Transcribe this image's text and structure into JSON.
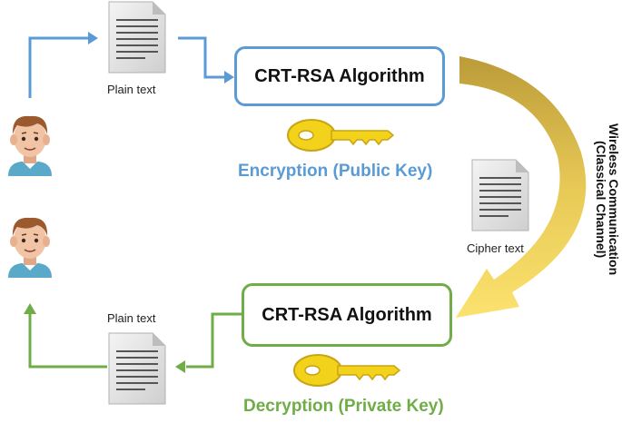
{
  "top_algorithm": {
    "label": "CRT-RSA Algorithm"
  },
  "bottom_algorithm": {
    "label": "CRT-RSA Algorithm"
  },
  "encryption": {
    "label": "Encryption (Public Key)"
  },
  "decryption": {
    "label": "Decryption (Private Key)"
  },
  "plain_text_top": {
    "label": "Plain text"
  },
  "plain_text_bottom": {
    "label": "Plain text"
  },
  "cipher_text": {
    "label": "Cipher text"
  },
  "channel": {
    "line1": "Wireless Communication",
    "line2": "(Classical Channel)"
  },
  "colors": {
    "encrypt_blue": "#5b9bd5",
    "decrypt_green": "#70ad47",
    "channel_gold": "#d4af37",
    "key_yellow": "#f2d21b"
  }
}
